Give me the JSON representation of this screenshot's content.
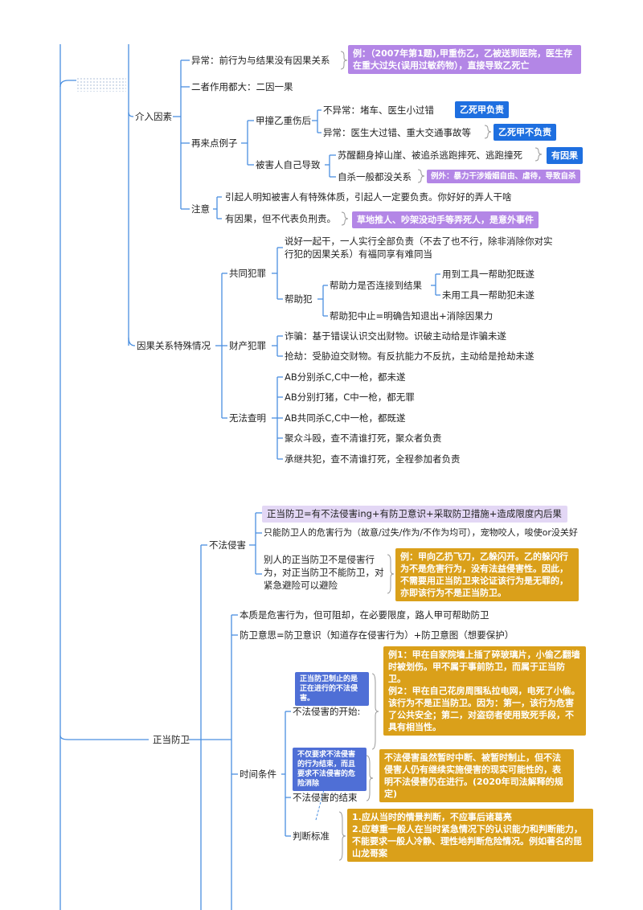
{
  "intervening": {
    "label": "介入因素",
    "abnormal": "异常：前行为与结果没有因果关系",
    "abnormal_example": "例：（2007年第1题),甲重伤乙，乙被送到医院，医生存在重大过失(误用过敏药物），直接导致乙死亡",
    "both_large": "二者作用都大：二因一果",
    "again_label": "再来点例子",
    "hit_injure": "甲撞乙重伤后",
    "not_abnormal": "不异常：堵车、医生小过错",
    "not_abnormal_tag": "乙死甲负责",
    "abnormal2": "异常：医生大过错、重大交通事故等",
    "abnormal2_tag": "乙死甲不负责",
    "victim_self": "被害人自己导致",
    "wake_fall": "苏醒翻身掉山崖、被追杀逃跑摔死、逃跑撞死",
    "wake_fall_tag": "有因果",
    "suicide": "自杀一般都没关系",
    "suicide_tag": "例外：暴力干涉婚姻自由、虐待，导致自杀",
    "note_label": "注意",
    "note1": "引起人明知被害人有特殊体质，引起人一定要负责。你好好的弄人干啥",
    "note2": "有因果，但不代表负刑责。",
    "note2_tag": "草地推人、吵架没动手等弄死人，是意外事件"
  },
  "special": {
    "label": "因果关系特殊情况",
    "joint_label": "共同犯罪",
    "joint_agree": "说好一起干，一人实行全部负责（不去了也不行，除非消除你对实行犯的因果关系）有福同享有难同当",
    "accomplice": "帮助犯",
    "help_force": "帮助力是否连接到结果",
    "used_tool": "用到工具一帮助犯既遂",
    "unused_tool": "未用工具一帮助犯未遂",
    "help_stop": "帮助犯中止=明确告知退出+消除因果力",
    "property_label": "财产犯罪",
    "fraud": "诈骗：基于错误认识交出财物。识破主动给是诈骗未遂",
    "robbery": "抢劫：受胁迫交财物。有反抗能力不反抗，主动给是抢劫未遂",
    "unknown_label": "无法查明",
    "u1": "AB分别杀C,C中一枪，都未遂",
    "u2": "AB分别打猪，C中一枪，都无罪",
    "u3": "AB共同杀C,C中一枪，都既遂",
    "u4": "聚众斗殴，查不清谁打死，聚众者负责",
    "u5": "承继共犯，查不清谁打死，全程参加者负责"
  },
  "defense": {
    "label": "正当防卫",
    "unlawful_label": "不法侵害",
    "formula": "正当防卫=有不法侵害ing+有防卫意识+采取防卫措施+造成限度内后果",
    "human_only": "只能防卫人的危害行为（故意/过失/作为/不作为均可），宠物咬人，唆使or没关好",
    "others_defense": "别人的正当防卫不是侵害行为，对正当防卫不能防卫，对紧急避险可以避险",
    "others_example": "例：甲向乙扔飞刀，乙躲闪开。乙的躲闪行为不是危害行为，没有法益侵害性。因此，不需要用正当防卫来论证该行为是无罪的，亦即该行为不是正当防卫。",
    "essence": "本质是危害行为，但可阻却，在必要限度，路人甲可帮助防卫",
    "intent": "防卫意思=防卫意识（知道存在侵害行为）+防卫意图（想要保护）",
    "time_label": "时间条件",
    "start_label": "不法侵害的开始:",
    "start_note": "正当防卫制止的是正在进行的不法侵害。",
    "start_example": "例1：甲在自家院墙上插了碎玻璃片，小偷乙翻墙时被划伤。甲不属于事前防卫，而属于正当防卫。\n例2：甲在自己花房周围私拉电网，电死了小偷。该行为不是正当防卫。因为：第一，该行为危害了公共安全；第二，对盗窃者使用致死手段，不具有相当性。",
    "end_label": "不法侵害的结束",
    "end_note": "不仅要求不法侵害的行为结束，而且要求不法侵害的危险消除",
    "end_example": "不法侵害虽然暂时中断、被暂时制止，但不法侵害人仍有继续实施侵害的现实可能性的，表明不法侵害仍在进行。(2020年司法解释的规定)",
    "criterion_label": "判断标准",
    "criterion_text": "1.应从当时的情景判断，不应事后诸葛亮\n2.应尊重一般人在当时紧急情况下的认识能力和判断能力，不能要求一般人冷静、理性地判断危险情况。例如著名的昆山龙哥案"
  },
  "colors": {
    "line": "#4a8fe0",
    "purple": "#b386e6",
    "blue": "#1e6fe0",
    "gold": "#daa01a",
    "lavender": "#e3d7f5"
  }
}
